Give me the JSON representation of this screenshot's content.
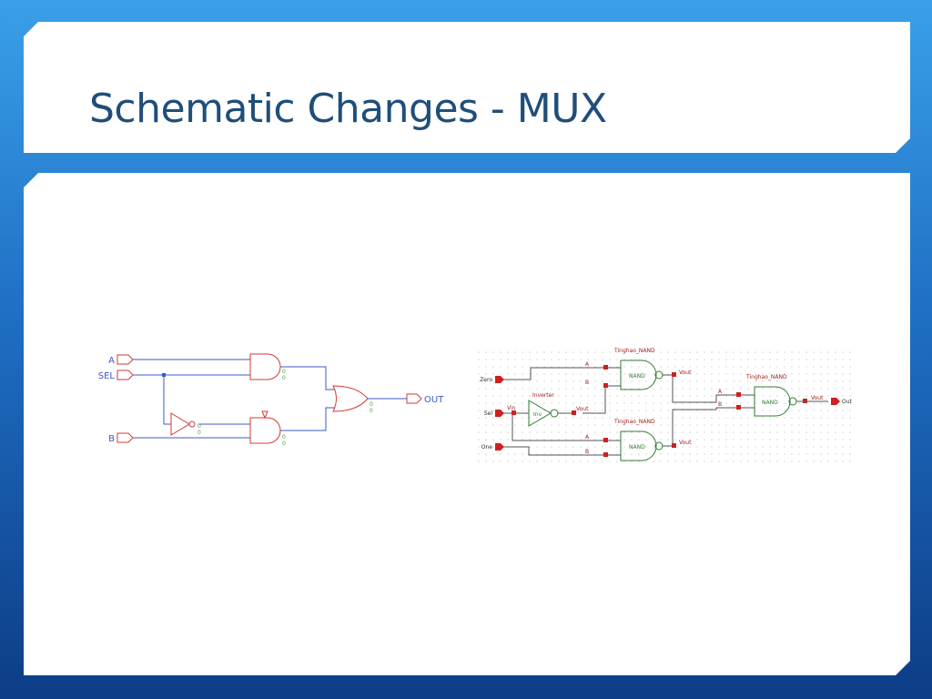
{
  "slide": {
    "title": "Schematic Changes - MUX"
  },
  "left_schematic": {
    "pins": {
      "a": "A",
      "sel": "SEL",
      "b": "B",
      "out": "OUT"
    },
    "small_label": "0"
  },
  "right_schematic": {
    "pins": {
      "zero": "Zero",
      "sel": "Sel",
      "one": "One",
      "out": "Out"
    },
    "cell_names": {
      "nand_top": "Tinghao_NAND",
      "nand_bottom": "Tinghao_NAND",
      "nand_right": "Tinghao_NAND",
      "inverter": "Inverter"
    },
    "gate_labels": {
      "nand": "NAND",
      "inv": "Inv"
    },
    "port_labels": {
      "a": "A",
      "b": "B",
      "vin": "Vin",
      "vout": "Vout"
    }
  },
  "colors": {
    "title": "#1f4e79",
    "gate_red": "#d33a3a",
    "wire_blue": "#3d58c8",
    "gate_green": "#3a8a3a",
    "pin_red": "#d11e1e"
  }
}
